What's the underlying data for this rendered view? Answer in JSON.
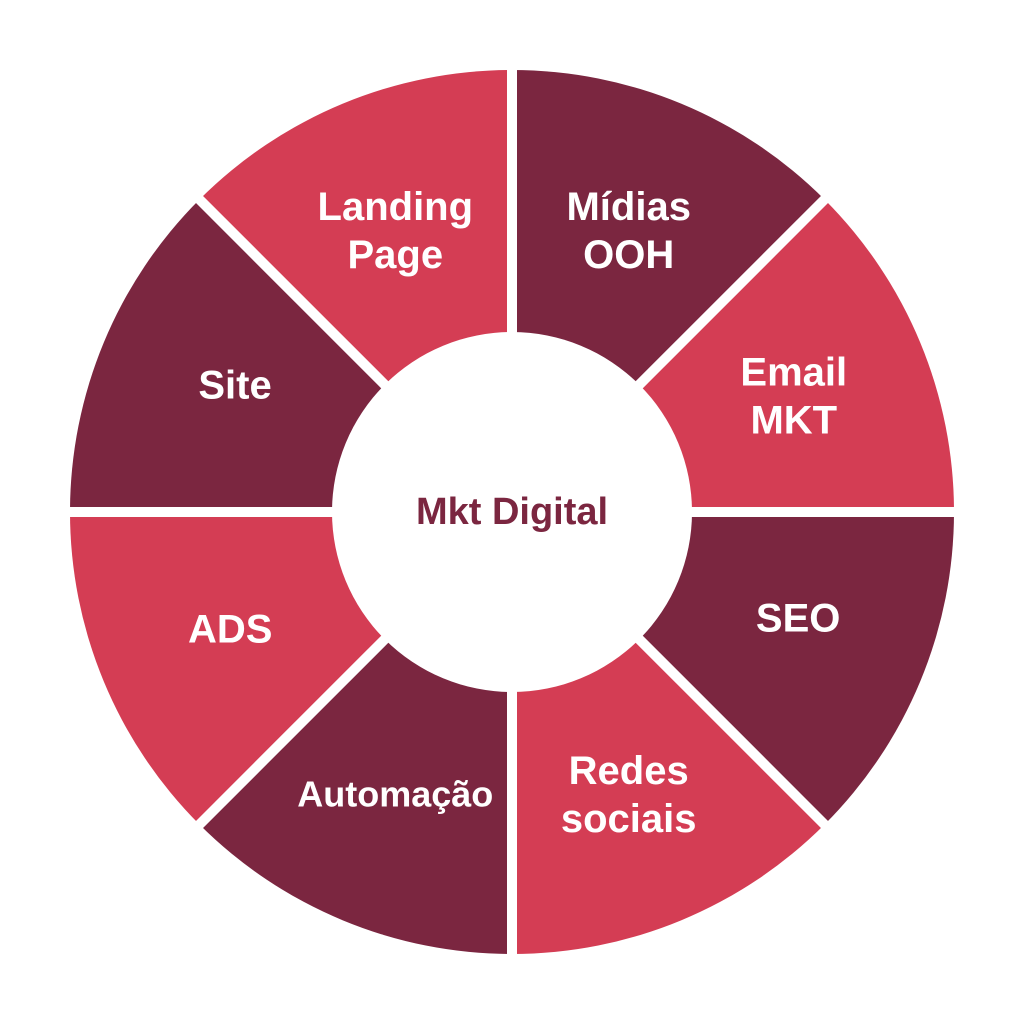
{
  "colors": {
    "light": "#d43d54",
    "dark": "#7b2640",
    "divider": "#ffffff",
    "center_fill": "#ffffff",
    "center_text": "#7b2640"
  },
  "center": {
    "label": "Mkt Digital"
  },
  "segments": [
    {
      "lines": [
        "Mídias",
        "OOH"
      ],
      "tone": "dark"
    },
    {
      "lines": [
        "Email",
        "MKT"
      ],
      "tone": "light"
    },
    {
      "lines": [
        "SEO"
      ],
      "tone": "dark"
    },
    {
      "lines": [
        "Redes",
        "sociais"
      ],
      "tone": "light"
    },
    {
      "lines": [
        "Automação"
      ],
      "tone": "dark"
    },
    {
      "lines": [
        "ADS"
      ],
      "tone": "light"
    },
    {
      "lines": [
        "Site"
      ],
      "tone": "dark"
    },
    {
      "lines": [
        "Landing",
        "Page"
      ],
      "tone": "light"
    }
  ]
}
